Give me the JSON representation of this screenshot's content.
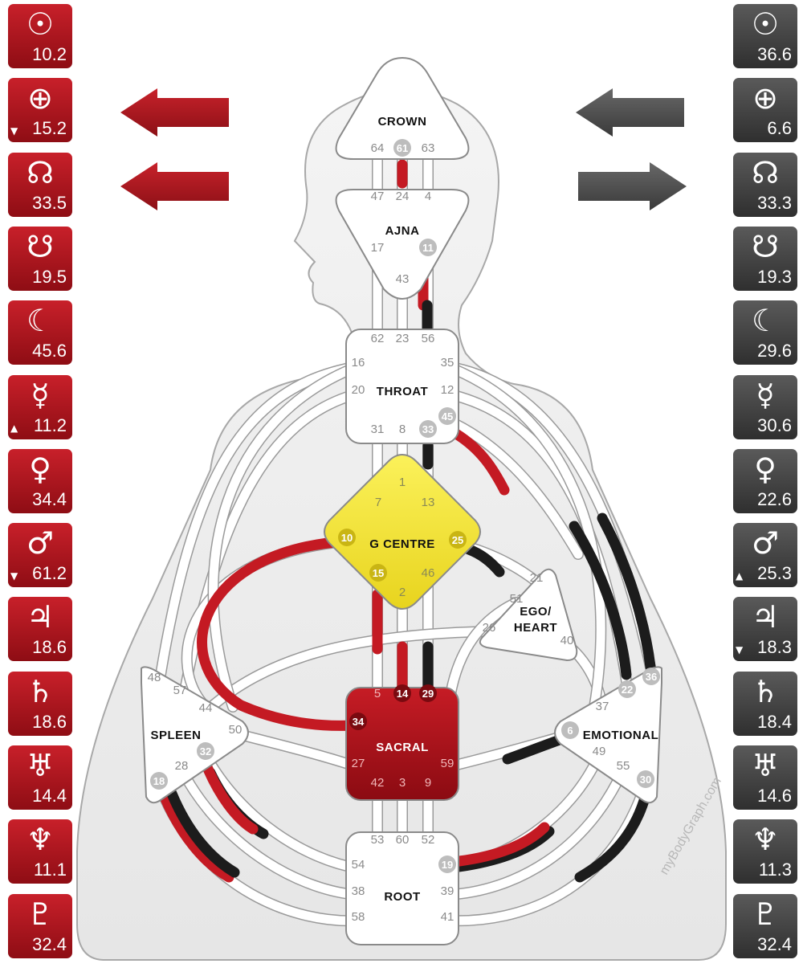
{
  "colors": {
    "design": "#c41a23",
    "personality": "#1c1c1c",
    "g_centre": "#f6e53a",
    "sacral": "#b0141d",
    "centre_default": "#ffffff",
    "gate_text": "#8a8a8a"
  },
  "design": {
    "symbol_side": "left",
    "planets": [
      {
        "icon": "sun-icon",
        "glyph": "☉",
        "value": "10.2",
        "mark": ""
      },
      {
        "icon": "earth-icon",
        "glyph": "⊕",
        "value": "15.2",
        "mark": "▼"
      },
      {
        "icon": "north-node-icon",
        "glyph": "☊",
        "value": "33.5",
        "mark": ""
      },
      {
        "icon": "south-node-icon",
        "glyph": "☋",
        "value": "19.5",
        "mark": ""
      },
      {
        "icon": "moon-icon",
        "glyph": "☾",
        "value": "45.6",
        "mark": ""
      },
      {
        "icon": "mercury-icon",
        "glyph": "☿",
        "value": "11.2",
        "mark": "▲"
      },
      {
        "icon": "venus-icon",
        "glyph": "♀",
        "value": "34.4",
        "mark": ""
      },
      {
        "icon": "mars-icon",
        "glyph": "♂",
        "value": "61.2",
        "mark": "▼"
      },
      {
        "icon": "jupiter-icon",
        "glyph": "♃",
        "value": "18.6",
        "mark": ""
      },
      {
        "icon": "saturn-icon",
        "glyph": "♄",
        "value": "18.6",
        "mark": ""
      },
      {
        "icon": "uranus-icon",
        "glyph": "♅",
        "value": "14.4",
        "mark": ""
      },
      {
        "icon": "neptune-icon",
        "glyph": "♆",
        "value": "11.1",
        "mark": ""
      },
      {
        "icon": "pluto-icon",
        "glyph": "♇",
        "value": "32.4",
        "mark": ""
      }
    ]
  },
  "personality": {
    "planets": [
      {
        "icon": "sun-icon",
        "glyph": "☉",
        "value": "36.6",
        "mark": ""
      },
      {
        "icon": "earth-icon",
        "glyph": "⊕",
        "value": "6.6",
        "mark": ""
      },
      {
        "icon": "north-node-icon",
        "glyph": "☊",
        "value": "33.3",
        "mark": ""
      },
      {
        "icon": "south-node-icon",
        "glyph": "☋",
        "value": "19.3",
        "mark": ""
      },
      {
        "icon": "moon-icon",
        "glyph": "☾",
        "value": "29.6",
        "mark": ""
      },
      {
        "icon": "mercury-icon",
        "glyph": "☿",
        "value": "30.6",
        "mark": ""
      },
      {
        "icon": "venus-icon",
        "glyph": "♀",
        "value": "22.6",
        "mark": ""
      },
      {
        "icon": "mars-icon",
        "glyph": "♂",
        "value": "25.3",
        "mark": "▲"
      },
      {
        "icon": "jupiter-icon",
        "glyph": "♃",
        "value": "18.3",
        "mark": "▼"
      },
      {
        "icon": "saturn-icon",
        "glyph": "♄",
        "value": "18.4",
        "mark": ""
      },
      {
        "icon": "uranus-icon",
        "glyph": "♅",
        "value": "14.6",
        "mark": ""
      },
      {
        "icon": "neptune-icon",
        "glyph": "♆",
        "value": "11.3",
        "mark": ""
      },
      {
        "icon": "pluto-icon",
        "glyph": "♇",
        "value": "32.4",
        "mark": ""
      }
    ]
  },
  "arrows": {
    "design": [
      "left",
      "left"
    ],
    "personality": [
      "left",
      "right"
    ]
  },
  "centres": [
    {
      "id": "crown",
      "label": "CROWN",
      "defined": false
    },
    {
      "id": "ajna",
      "label": "AJNA",
      "defined": false
    },
    {
      "id": "throat",
      "label": "THROAT",
      "defined": false
    },
    {
      "id": "g",
      "label": "G CENTRE",
      "defined": true
    },
    {
      "id": "ego",
      "label": "EGO/\nHEART",
      "defined": false
    },
    {
      "id": "sacral",
      "label": "SACRAL",
      "defined": true
    },
    {
      "id": "spleen",
      "label": "SPLEEN",
      "defined": false
    },
    {
      "id": "emotional",
      "label": "EMOTIONAL",
      "defined": false
    },
    {
      "id": "root",
      "label": "ROOT",
      "defined": false
    }
  ],
  "gates": [
    {
      "n": "64",
      "c": "crown",
      "a": false
    },
    {
      "n": "61",
      "c": "crown",
      "a": true
    },
    {
      "n": "63",
      "c": "crown",
      "a": false
    },
    {
      "n": "47",
      "c": "ajna",
      "a": false
    },
    {
      "n": "24",
      "c": "ajna",
      "a": false
    },
    {
      "n": "4",
      "c": "ajna",
      "a": false
    },
    {
      "n": "17",
      "c": "ajna",
      "a": false
    },
    {
      "n": "11",
      "c": "ajna",
      "a": true
    },
    {
      "n": "43",
      "c": "ajna",
      "a": false
    },
    {
      "n": "62",
      "c": "throat",
      "a": false
    },
    {
      "n": "23",
      "c": "throat",
      "a": false
    },
    {
      "n": "56",
      "c": "throat",
      "a": false
    },
    {
      "n": "16",
      "c": "throat",
      "a": false
    },
    {
      "n": "35",
      "c": "throat",
      "a": false
    },
    {
      "n": "20",
      "c": "throat",
      "a": false
    },
    {
      "n": "12",
      "c": "throat",
      "a": false
    },
    {
      "n": "45",
      "c": "throat",
      "a": true
    },
    {
      "n": "31",
      "c": "throat",
      "a": false
    },
    {
      "n": "8",
      "c": "throat",
      "a": false
    },
    {
      "n": "33",
      "c": "throat",
      "a": true
    },
    {
      "n": "1",
      "c": "g",
      "a": false
    },
    {
      "n": "7",
      "c": "g",
      "a": false
    },
    {
      "n": "13",
      "c": "g",
      "a": false
    },
    {
      "n": "10",
      "c": "g",
      "a": true
    },
    {
      "n": "25",
      "c": "g",
      "a": true
    },
    {
      "n": "15",
      "c": "g",
      "a": true
    },
    {
      "n": "46",
      "c": "g",
      "a": false
    },
    {
      "n": "2",
      "c": "g",
      "a": false
    },
    {
      "n": "21",
      "c": "ego",
      "a": false
    },
    {
      "n": "51",
      "c": "ego",
      "a": false
    },
    {
      "n": "26",
      "c": "ego",
      "a": false
    },
    {
      "n": "40",
      "c": "ego",
      "a": false
    },
    {
      "n": "48",
      "c": "spleen",
      "a": false
    },
    {
      "n": "57",
      "c": "spleen",
      "a": false
    },
    {
      "n": "44",
      "c": "spleen",
      "a": false
    },
    {
      "n": "50",
      "c": "spleen",
      "a": false
    },
    {
      "n": "32",
      "c": "spleen",
      "a": true
    },
    {
      "n": "28",
      "c": "spleen",
      "a": false
    },
    {
      "n": "18",
      "c": "spleen",
      "a": true
    },
    {
      "n": "5",
      "c": "sacral",
      "a": false
    },
    {
      "n": "14",
      "c": "sacral",
      "a": true
    },
    {
      "n": "29",
      "c": "sacral",
      "a": true
    },
    {
      "n": "34",
      "c": "sacral",
      "a": true
    },
    {
      "n": "27",
      "c": "sacral",
      "a": false
    },
    {
      "n": "59",
      "c": "sacral",
      "a": false
    },
    {
      "n": "42",
      "c": "sacral",
      "a": false
    },
    {
      "n": "3",
      "c": "sacral",
      "a": false
    },
    {
      "n": "9",
      "c": "sacral",
      "a": false
    },
    {
      "n": "36",
      "c": "emotional",
      "a": true
    },
    {
      "n": "22",
      "c": "emotional",
      "a": true
    },
    {
      "n": "37",
      "c": "emotional",
      "a": false
    },
    {
      "n": "6",
      "c": "emotional",
      "a": true
    },
    {
      "n": "49",
      "c": "emotional",
      "a": false
    },
    {
      "n": "55",
      "c": "emotional",
      "a": false
    },
    {
      "n": "30",
      "c": "emotional",
      "a": true
    },
    {
      "n": "53",
      "c": "root",
      "a": false
    },
    {
      "n": "60",
      "c": "root",
      "a": false
    },
    {
      "n": "52",
      "c": "root",
      "a": false
    },
    {
      "n": "54",
      "c": "root",
      "a": false
    },
    {
      "n": "19",
      "c": "root",
      "a": true
    },
    {
      "n": "38",
      "c": "root",
      "a": false
    },
    {
      "n": "39",
      "c": "root",
      "a": false
    },
    {
      "n": "58",
      "c": "root",
      "a": false
    },
    {
      "n": "41",
      "c": "root",
      "a": false
    }
  ],
  "activated_channels": [
    {
      "gates": "61-24",
      "colors": [
        "design"
      ]
    },
    {
      "gates": "11-56",
      "colors": [
        "design",
        "personality"
      ]
    },
    {
      "gates": "33-13",
      "colors": [
        "design",
        "personality"
      ]
    },
    {
      "gates": "45-21",
      "colors": [
        "design"
      ]
    },
    {
      "gates": "25-51",
      "colors": [
        "personality"
      ]
    },
    {
      "gates": "10-34",
      "colors": [
        "design"
      ]
    },
    {
      "gates": "15-5",
      "colors": [
        "design"
      ]
    },
    {
      "gates": "2-14",
      "colors": [
        "design"
      ]
    },
    {
      "gates": "46-29",
      "colors": [
        "personality"
      ]
    },
    {
      "gates": "36-35",
      "colors": [
        "personality"
      ]
    },
    {
      "gates": "22-12",
      "colors": [
        "personality"
      ]
    },
    {
      "gates": "6-59",
      "colors": [
        "personality"
      ]
    },
    {
      "gates": "30-41",
      "colors": [
        "personality"
      ]
    },
    {
      "gates": "32-54",
      "colors": [
        "design",
        "personality"
      ]
    },
    {
      "gates": "18-58",
      "colors": [
        "design",
        "personality"
      ]
    },
    {
      "gates": "19-49",
      "colors": [
        "design",
        "personality"
      ]
    }
  ],
  "watermark": "myBodyGraph.com"
}
